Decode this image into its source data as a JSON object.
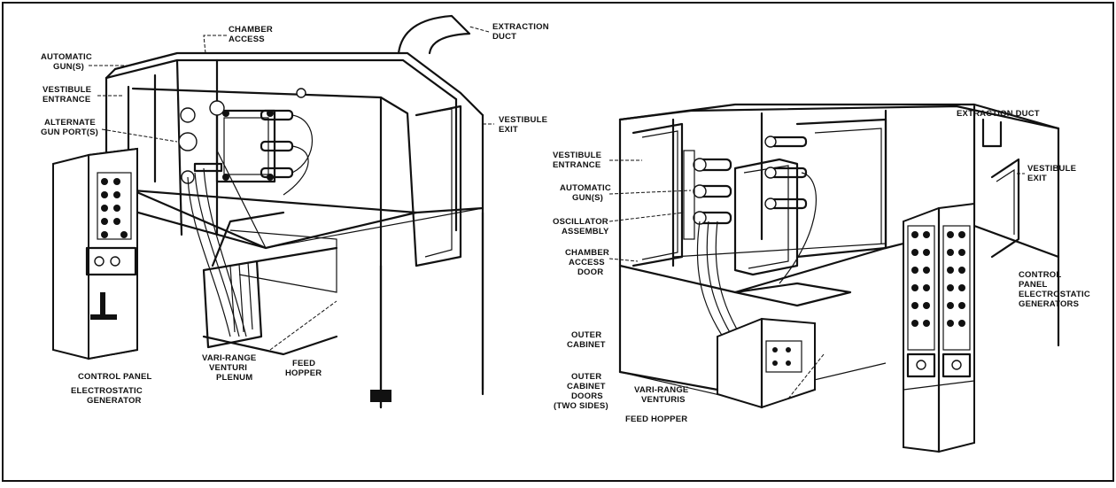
{
  "labels": {
    "left": {
      "chamber_access": [
        "CHAMBER",
        "ACCESS"
      ],
      "extraction_duct": [
        "EXTRACTION",
        "DUCT"
      ],
      "automatic_guns": [
        "AUTOMATIC",
        "GUN(S)"
      ],
      "vestibule_entrance": [
        "VESTIBULE",
        "ENTRANCE"
      ],
      "alternate_gun_ports": [
        "ALTERNATE",
        "GUN PORT(S)"
      ],
      "vestibule_exit": [
        "VESTIBULE",
        "EXIT"
      ],
      "vari_range_venturi": [
        "VARI-RANGE",
        "VENTURI"
      ],
      "plenum": "PLENUM",
      "feed_hopper": [
        "FEED",
        "HOPPER"
      ],
      "control_panel": "CONTROL PANEL",
      "electrostatic_generator": [
        "ELECTROSTATIC",
        "GENERATOR"
      ]
    },
    "right": {
      "extraction_duct": "EXTRACTION DUCT",
      "vestibule_entrance": [
        "VESTIBULE",
        "ENTRANCE"
      ],
      "automatic_guns": [
        "AUTOMATIC",
        "GUN(S)"
      ],
      "oscillator_assembly": [
        "OSCILLATOR",
        "ASSEMBLY"
      ],
      "chamber_access_door": [
        "CHAMBER",
        "ACCESS",
        "DOOR"
      ],
      "vestibule_exit": [
        "VESTIBULE",
        "EXIT"
      ],
      "control_panel_generators": [
        "CONTROL",
        "PANEL",
        "ELECTROSTATIC",
        "GENERATORS"
      ],
      "outer_cabinet": [
        "OUTER",
        "CABINET"
      ],
      "outer_cabinet_doors": [
        "OUTER",
        "CABINET",
        "DOORS",
        "(TWO SIDES)"
      ],
      "vari_range_venturis": [
        "VARI-RANGE",
        "VENTURIS"
      ],
      "feed_hopper": "FEED HOPPER"
    }
  }
}
